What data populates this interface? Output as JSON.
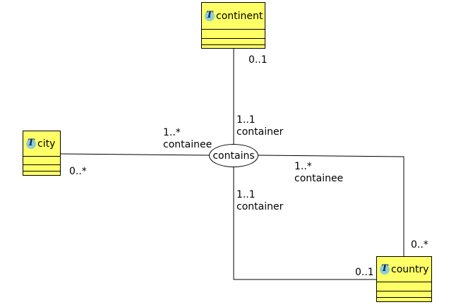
{
  "classes": {
    "continent": {
      "name": "continent",
      "icon": "T"
    },
    "city": {
      "name": "city",
      "icon": "T"
    },
    "country": {
      "name": "country",
      "icon": "T"
    }
  },
  "association": {
    "name": "contains"
  },
  "labels": {
    "continent_mult": "0..1",
    "container_top_mult": "1..1",
    "container_top_role": "container",
    "city_containee_mult": "1..*",
    "city_containee_role": "containee",
    "city_mult": "0..*",
    "country_containee_mult": "1..*",
    "country_containee_role": "containee",
    "container_bottom_mult": "1..1",
    "container_bottom_role": "container",
    "country_top_mult": "0..*",
    "country_left_mult": "0..1"
  },
  "colors": {
    "class_fill": "#ffff66",
    "line": "#000000",
    "badge": "#8fcfd0"
  }
}
